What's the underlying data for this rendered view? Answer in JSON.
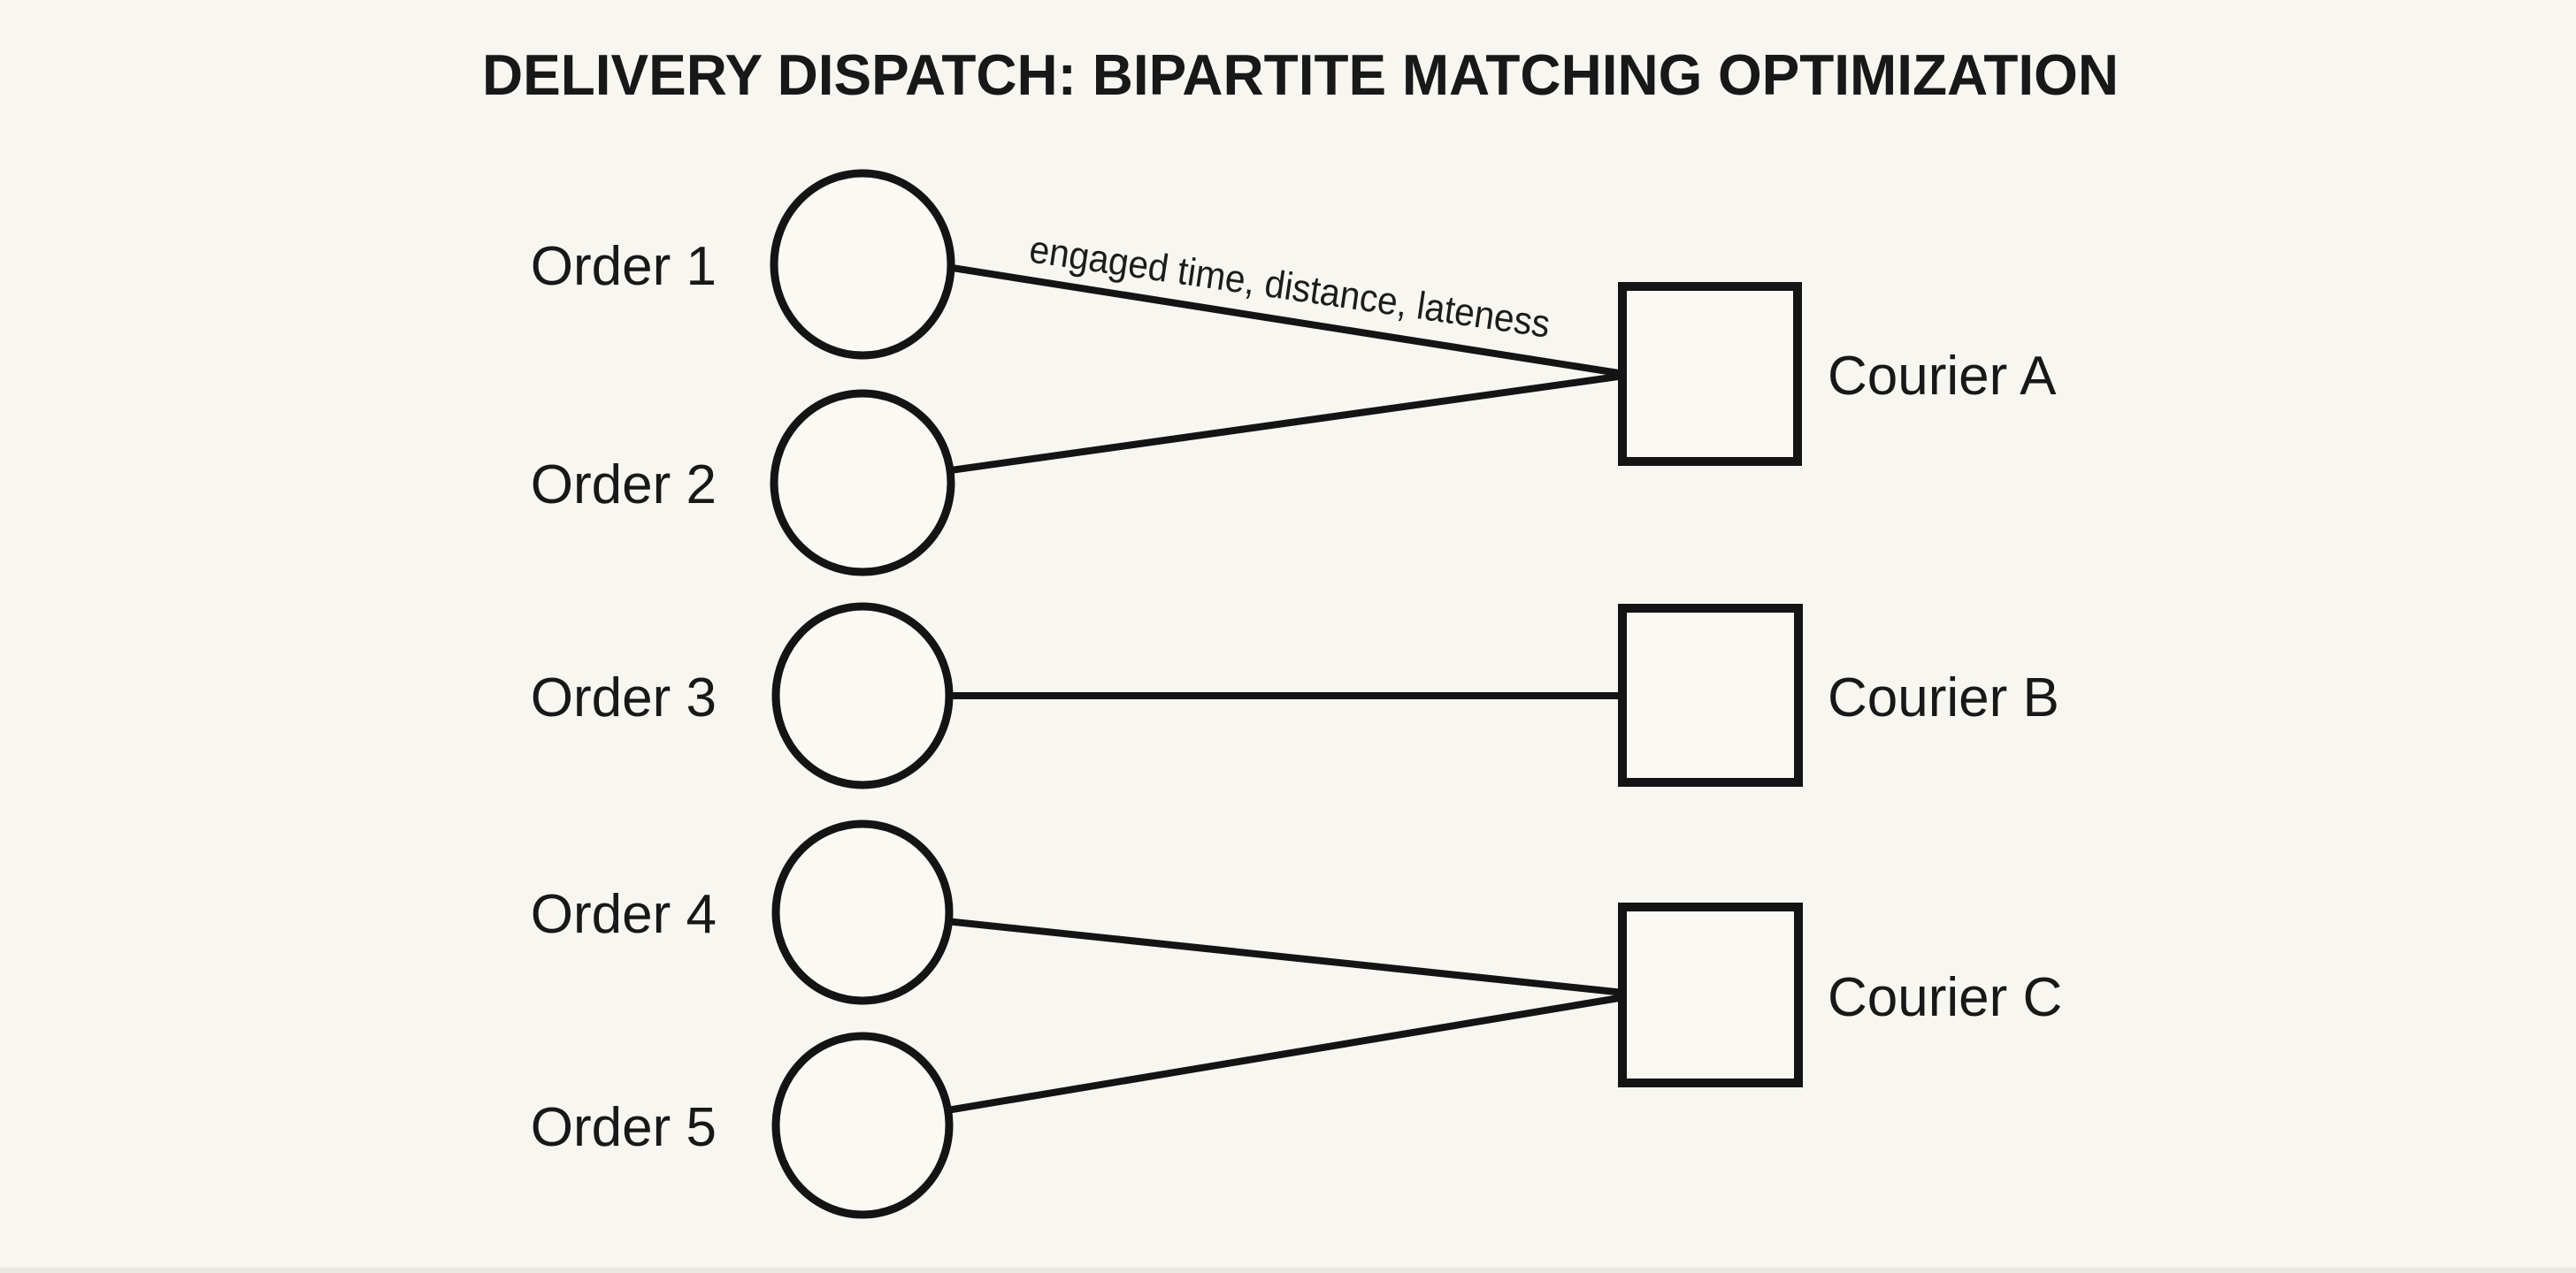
{
  "title": "DELIVERY DISPATCH: BIPARTITE MATCHING OPTIMIZATION",
  "diagram": {
    "type": "bipartite-matching-graph",
    "orders": [
      {
        "id": "order-1",
        "label": "Order 1",
        "shape": "circle"
      },
      {
        "id": "order-2",
        "label": "Order 2",
        "shape": "circle"
      },
      {
        "id": "order-3",
        "label": "Order 3",
        "shape": "circle"
      },
      {
        "id": "order-4",
        "label": "Order 4",
        "shape": "circle"
      },
      {
        "id": "order-5",
        "label": "Order 5",
        "shape": "circle"
      }
    ],
    "couriers": [
      {
        "id": "courier-a",
        "label": "Courier A",
        "shape": "square"
      },
      {
        "id": "courier-b",
        "label": "Courier B",
        "shape": "square"
      },
      {
        "id": "courier-c",
        "label": "Courier C",
        "shape": "square"
      }
    ],
    "edges": [
      {
        "from": "Order 1",
        "to": "Courier A",
        "label": "engaged time, distance, lateness"
      },
      {
        "from": "Order 2",
        "to": "Courier A"
      },
      {
        "from": "Order 3",
        "to": "Courier B"
      },
      {
        "from": "Order 4",
        "to": "Courier C"
      },
      {
        "from": "Order 5",
        "to": "Courier C"
      }
    ]
  },
  "colors": {
    "background": "#f7f6f1",
    "ink": "#141414",
    "node_fill": "#faf9f4"
  }
}
